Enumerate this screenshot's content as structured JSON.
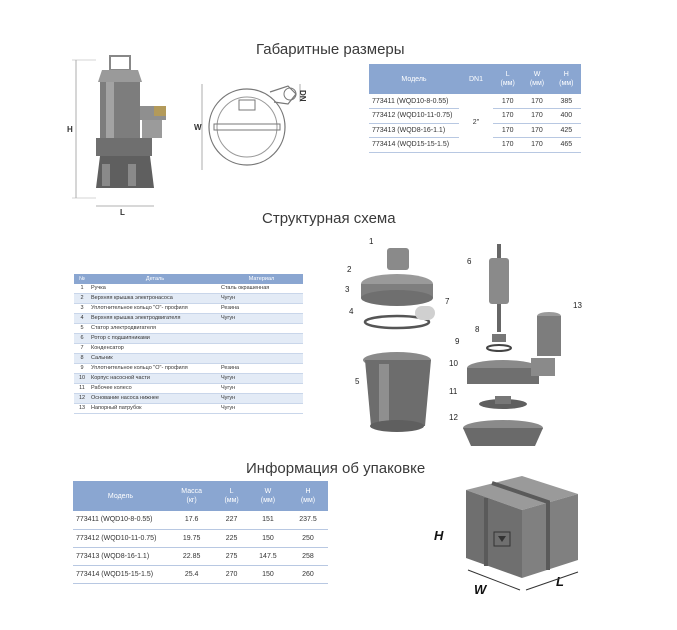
{
  "titles": {
    "dimensions": "Габаритные размеры",
    "structure": "Структурная схема",
    "packing": "Информация об упаковке"
  },
  "dims_drawing_labels": {
    "h": "H",
    "l": "L",
    "w": "W",
    "dn": "DN"
  },
  "dims_table": {
    "headers": {
      "model": "Модель",
      "dn1": "DN1",
      "l": "L",
      "w": "W",
      "h": "H",
      "unit": "(мм)"
    },
    "dn1_value": "2\"",
    "rows": [
      {
        "model": "773411 (WQD10-8-0.55)",
        "l": "170",
        "w": "170",
        "h": "385"
      },
      {
        "model": "773412 (WQD10-11-0.75)",
        "l": "170",
        "w": "170",
        "h": "400"
      },
      {
        "model": "773413 (WQD8-16-1.1)",
        "l": "170",
        "w": "170",
        "h": "425"
      },
      {
        "model": "773414 (WQD15-15-1.5)",
        "l": "170",
        "w": "170",
        "h": "465"
      }
    ]
  },
  "parts_table": {
    "headers": {
      "num": "№",
      "part": "Деталь",
      "material": "Материал"
    },
    "rows": [
      {
        "num": "1",
        "part": "Ручка",
        "material": "Сталь окрашенная"
      },
      {
        "num": "2",
        "part": "Верхняя крышка электронасоса",
        "material": "Чугун"
      },
      {
        "num": "3",
        "part": "Уплотнительное кольцо \"О\"- профиля",
        "material": "Резина"
      },
      {
        "num": "4",
        "part": "Верхняя крышка электродвигателя",
        "material": "Чугун"
      },
      {
        "num": "5",
        "part": "Статор электродвигателя",
        "material": ""
      },
      {
        "num": "6",
        "part": "Ротор с подшипниками",
        "material": ""
      },
      {
        "num": "7",
        "part": "Конденсатор",
        "material": ""
      },
      {
        "num": "8",
        "part": "Сальник",
        "material": ""
      },
      {
        "num": "9",
        "part": "Уплотнительное кольцо \"О\"- профиля",
        "material": "Резина"
      },
      {
        "num": "10",
        "part": "Корпус насосной части",
        "material": "Чугун"
      },
      {
        "num": "11",
        "part": "Рабочее колесо",
        "material": "Чугун"
      },
      {
        "num": "12",
        "part": "Основание насоса нижнее",
        "material": "Чугун"
      },
      {
        "num": "13",
        "part": "Напорный патрубок",
        "material": "Чугун"
      }
    ]
  },
  "exploded_callouts": [
    "1",
    "2",
    "3",
    "4",
    "5",
    "6",
    "7",
    "8",
    "9",
    "10",
    "11",
    "12",
    "13"
  ],
  "packing_table": {
    "headers": {
      "model": "Модель",
      "mass": "Масса",
      "mass_unit": "(кг)",
      "l": "L",
      "w": "W",
      "h": "H",
      "unit": "(мм)"
    },
    "rows": [
      {
        "model": "773411 (WQD10-8-0.55)",
        "mass": "17.6",
        "l": "227",
        "w": "151",
        "h": "237.5"
      },
      {
        "model": "773412 (WQD10-11-0.75)",
        "mass": "19.75",
        "l": "225",
        "w": "150",
        "h": "250"
      },
      {
        "model": "773413 (WQD8-16-1.1)",
        "mass": "22.85",
        "l": "275",
        "w": "147.5",
        "h": "258"
      },
      {
        "model": "773414 (WQD15-15-1.5)",
        "mass": "25.4",
        "l": "270",
        "w": "150",
        "h": "260"
      }
    ]
  },
  "box_labels": {
    "h": "H",
    "w": "W",
    "l": "L"
  },
  "colors": {
    "header_blue": "#8aa6d1",
    "row_tint": "#e3ebf6",
    "line_blue": "#b8c8e2"
  }
}
